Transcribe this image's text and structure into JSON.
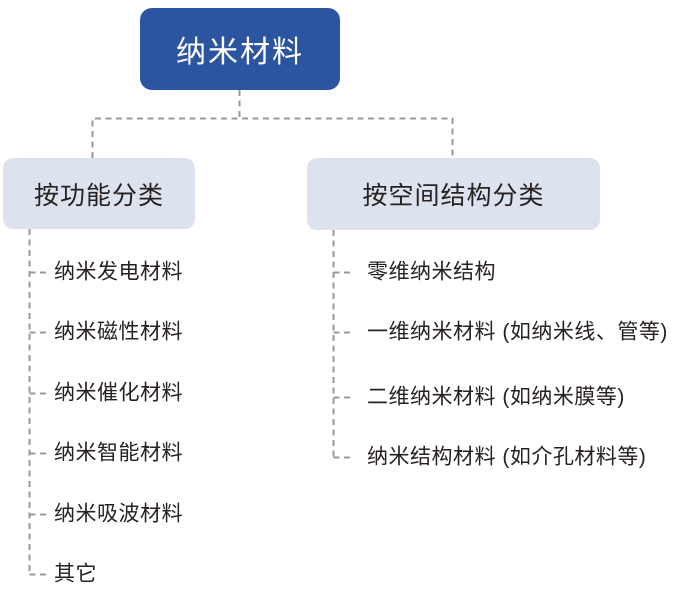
{
  "diagram": {
    "root": {
      "label": "纳米材料"
    },
    "branches": [
      {
        "label": "按功能分类",
        "items": [
          "纳米发电材料",
          "纳米磁性材料",
          "纳米催化材料",
          "纳米智能材料",
          "纳米吸波材料",
          "其它"
        ]
      },
      {
        "label": "按空间结构分类",
        "items": [
          "零维纳米结构",
          "一维纳米材料 (如纳米线、管等)",
          "二维纳米材料 (如纳米膜等)",
          "纳米结构材料 (如介孔材料等)"
        ]
      }
    ],
    "colors": {
      "root_bg": "#2B54A1",
      "root_text": "#FFFFFF",
      "branch_bg": "#DCE3EF",
      "text": "#272220",
      "connector": "#999999"
    }
  }
}
